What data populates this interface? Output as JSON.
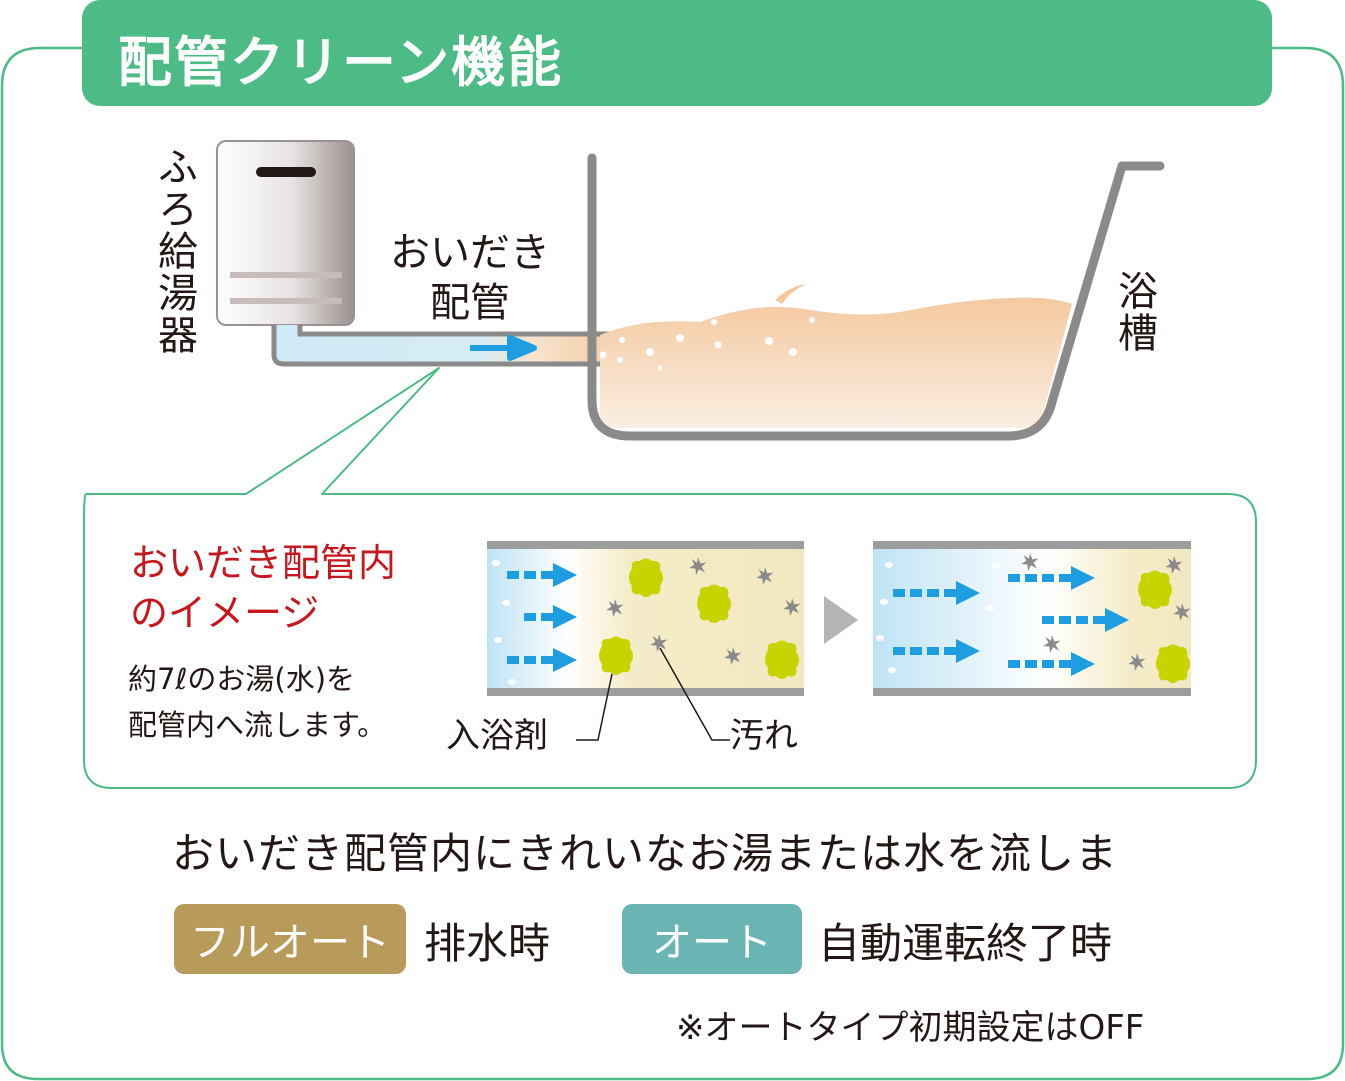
{
  "title": "配管クリーン機能",
  "diagram": {
    "heater_label": "ふろ給湯器",
    "pipe_label_line1": "おいだき",
    "pipe_label_line2": "配管",
    "tub_label": "浴槽"
  },
  "inset": {
    "title_line1": "おいだき配管内",
    "title_line2": "のイメージ",
    "desc_line1": "約7ℓのお湯(水)を",
    "desc_line2": "配管内へ流します。",
    "label_agent": "入浴剤",
    "label_dirt": "汚れ"
  },
  "main_text": "おいだき配管内にきれいなお湯または水を流しま",
  "conditions": {
    "full_auto_badge": "フルオート",
    "full_auto_text": "排水時",
    "auto_badge": "オート",
    "auto_text": "自動運転終了時"
  },
  "note": "※オートタイプ初期設定はOFF",
  "colors": {
    "green": "#4cbb85",
    "red": "#c7161e",
    "blue_arrow": "#1e9ee0",
    "gold": "#b89a5b",
    "teal": "#6ab5b3",
    "bath_water": "#f4c9a0",
    "agent": "#c8d400",
    "gray": "#8a8a8a"
  }
}
